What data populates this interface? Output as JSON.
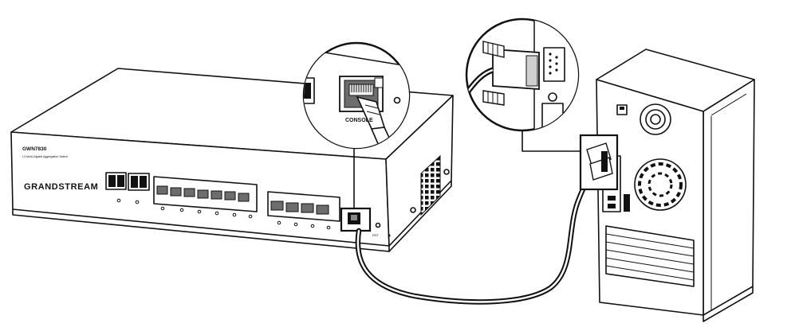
{
  "switch": {
    "brand": "GRANDSTREAM",
    "model": "GWN7830",
    "subtitle": "L3 Multi-Gigabit Aggregation Switch",
    "console_label": "CONSOLE",
    "rst_label": "RST"
  }
}
